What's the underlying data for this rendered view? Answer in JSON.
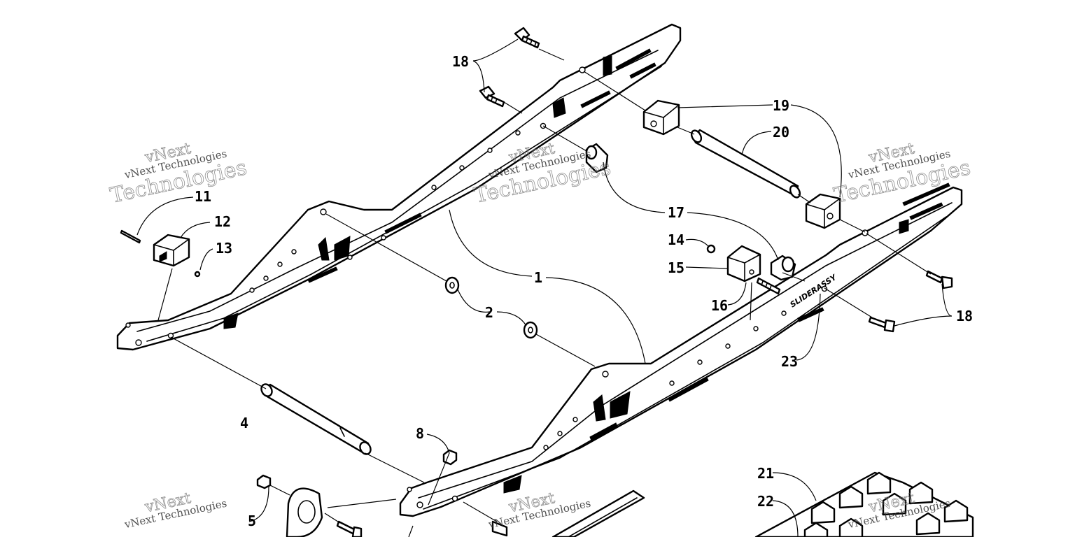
{
  "watermark": {
    "brand_top": "vNext",
    "brand_line": "vNext Technologies",
    "brand_big": "Technologies"
  },
  "rail_marking": "SLIDERASSY",
  "callouts": [
    "1",
    "2",
    "4",
    "5",
    "8",
    "11",
    "12",
    "13",
    "14",
    "15",
    "16",
    "17",
    "18",
    "18",
    "19",
    "20",
    "21",
    "22",
    "23"
  ]
}
